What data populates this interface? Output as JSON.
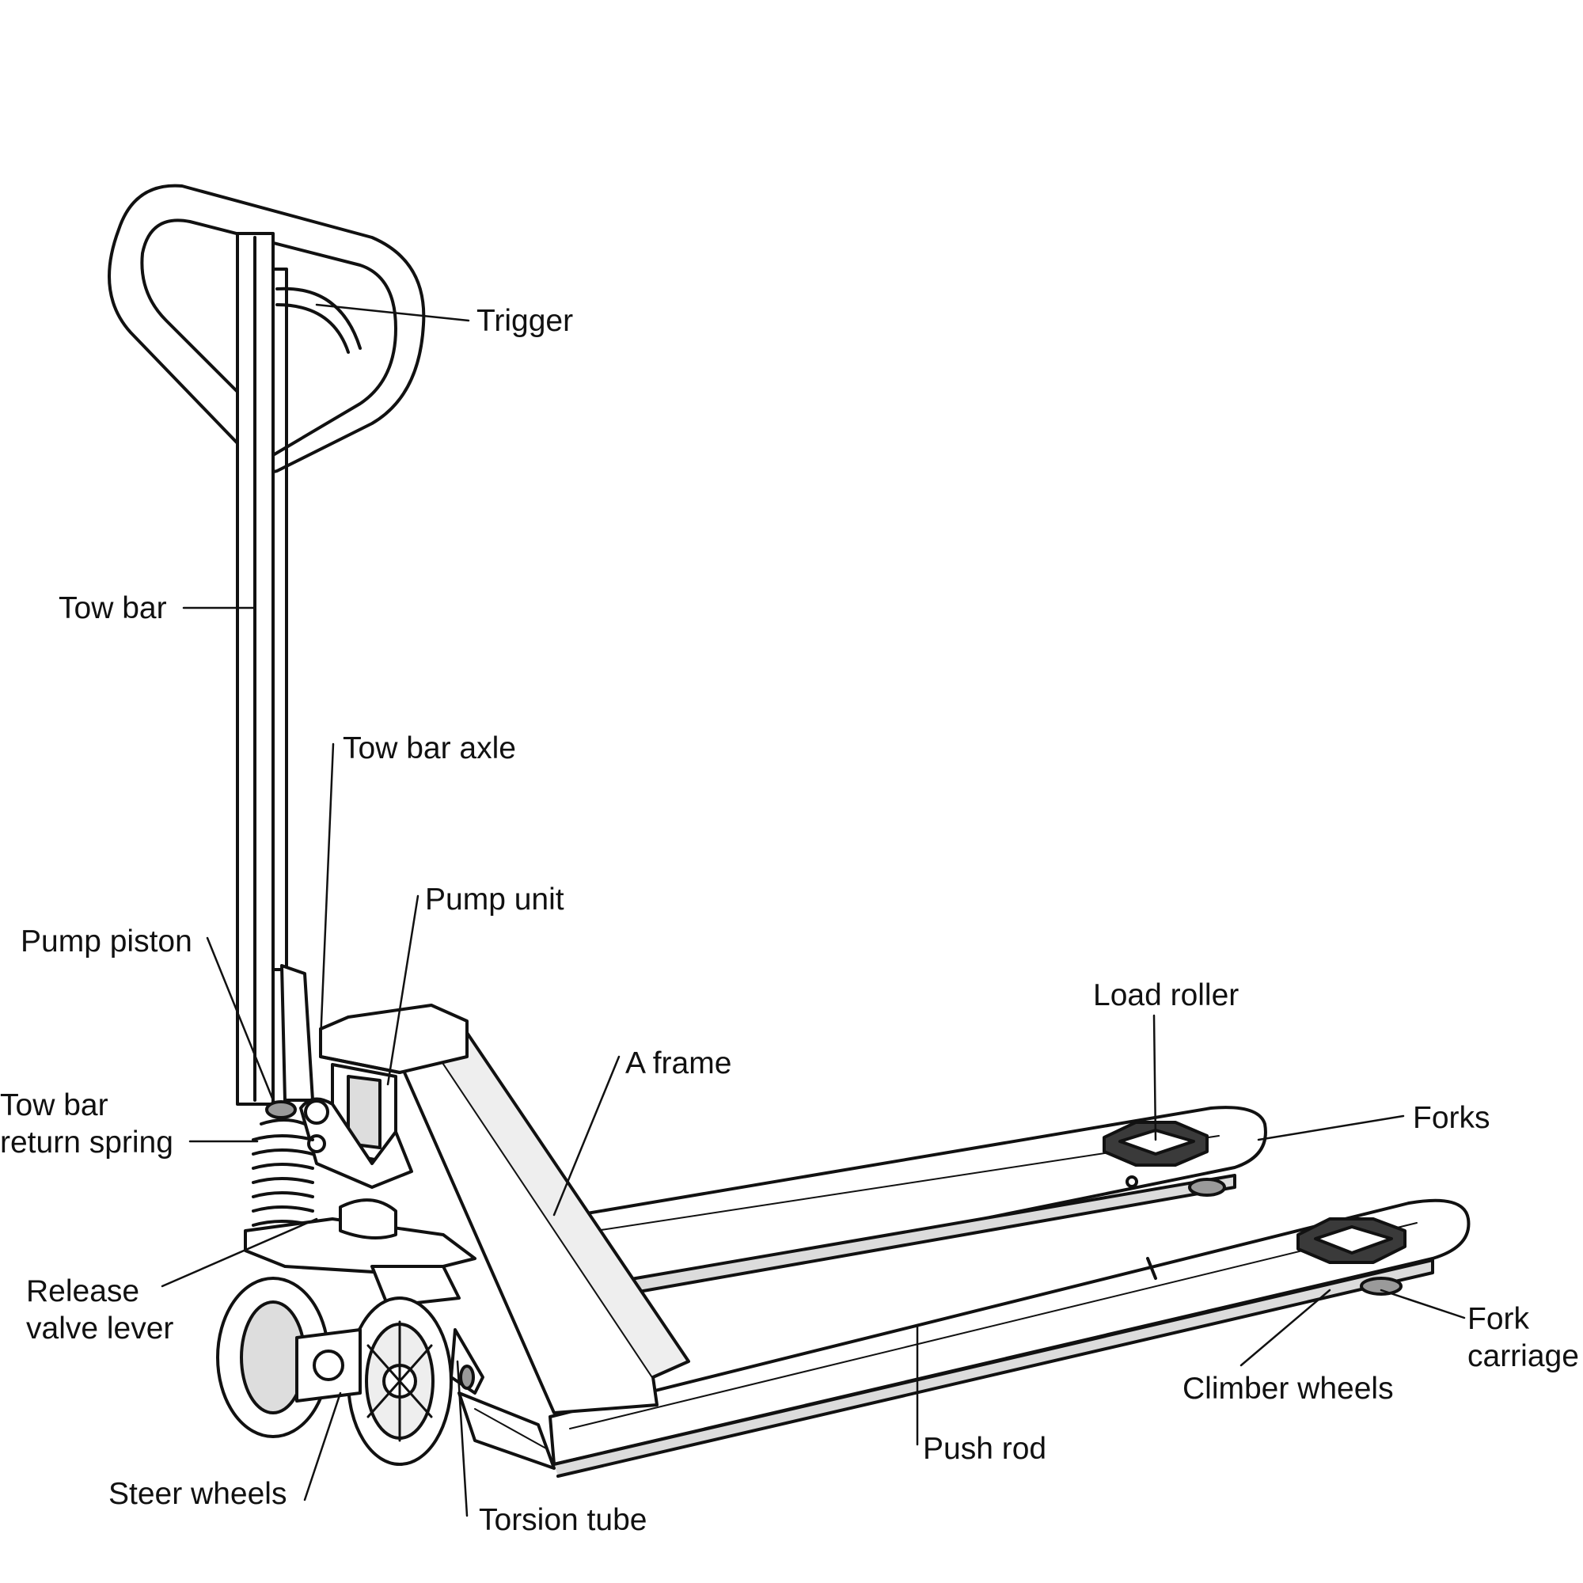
{
  "diagram": {
    "colors": {
      "background": "#ffffff",
      "line": "#111111",
      "shade": "#9a9a9a",
      "dark": "#3a3a3a"
    },
    "labels": {
      "trigger": "Trigger",
      "tow_bar": "Tow bar",
      "tow_bar_axle": "Tow bar axle",
      "pump_unit": "Pump unit",
      "pump_piston": "Pump piston",
      "load_roller": "Load roller",
      "a_frame": "A frame",
      "tow_bar_return_spring_line1": "Tow bar",
      "tow_bar_return_spring_line2": "return spring",
      "forks": "Forks",
      "release_valve_lever_line1": "Release",
      "release_valve_lever_line2": "valve lever",
      "fork_carriage_line1": "Fork",
      "fork_carriage_line2": "carriage",
      "climber_wheels": "Climber wheels",
      "push_rod": "Push rod",
      "steer_wheels": "Steer wheels",
      "torsion_tube": "Torsion tube"
    }
  }
}
